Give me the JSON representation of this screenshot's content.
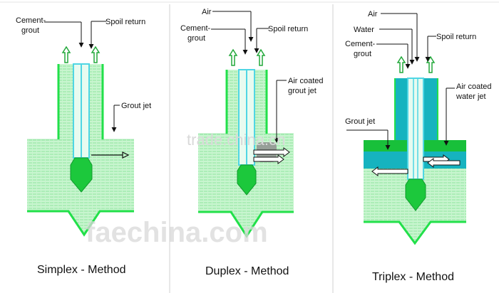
{
  "colors": {
    "green": "#18c03a",
    "bright_green": "#22e04a",
    "fill_light": "#c8f5cf",
    "hatch": "#7ee08f",
    "grout_head": "#1cc83c",
    "cyan": "#4fd6e4",
    "teal": "#16b3bf",
    "panel_border": "#d0d0d0"
  },
  "panels": {
    "simplex": {
      "caption": "Simplex - Method",
      "cement_grout": [
        "Cement-",
        "grout"
      ],
      "spoil_return": "Spoil return",
      "grout_jet": "Grout jet"
    },
    "duplex": {
      "caption": "Duplex - Method",
      "air": "Air",
      "cement_grout": [
        "Cement-",
        "grout"
      ],
      "spoil_return": "Spoil return",
      "air_coated_grout_jet": [
        "Air coated",
        "grout jet"
      ]
    },
    "triplex": {
      "caption": "Triplex - Method",
      "air": "Air",
      "water": "Water",
      "cement_grout": [
        "Cement-",
        "grout"
      ],
      "spoil_return": "Spoil return",
      "air_coated_water_jet": [
        "Air coated",
        "water jet"
      ],
      "grout_jet": "Grout jet"
    }
  },
  "watermarks": {
    "top": "trade.china.cn",
    "bottom": "faechina.com"
  }
}
